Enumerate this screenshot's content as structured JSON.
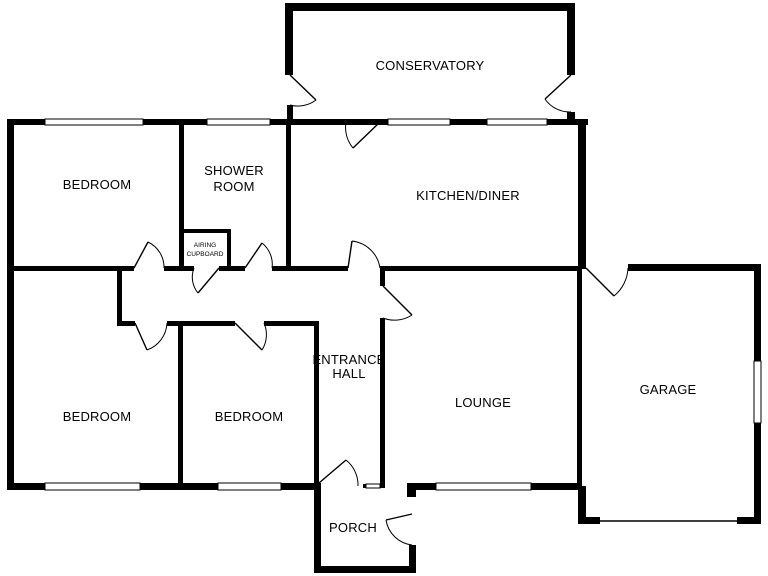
{
  "rooms": {
    "conservatory": "CONSERVATORY",
    "bedroom_top_left": "BEDROOM",
    "shower_room_line1": "SHOWER",
    "shower_room_line2": "ROOM",
    "airing_cupboard_line1": "AIRING",
    "airing_cupboard_line2": "CUPBOARD",
    "kitchen_diner": "KITCHEN/DINER",
    "bedroom_bottom_left": "BEDROOM",
    "bedroom_middle": "BEDROOM",
    "entrance_hall_line1": "ENTRANCE",
    "entrance_hall_line2": "HALL",
    "lounge": "LOUNGE",
    "garage": "GARAGE",
    "porch": "PORCH"
  }
}
